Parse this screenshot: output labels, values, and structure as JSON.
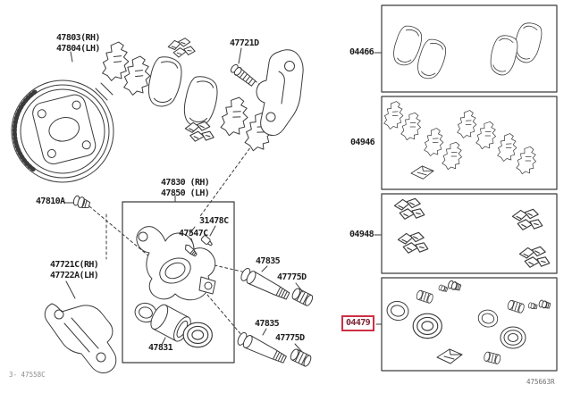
{
  "colors": {
    "line": "#3b3b3b",
    "text": "#1d1d1d",
    "highlight_border": "#cf2f44",
    "highlight_text": "#7c2533",
    "muted": "#8d8d8d"
  },
  "labels": {
    "backing_plate_rh": "47803(RH)",
    "backing_plate_lh": "47804(LH)",
    "caliper_mount_bolt": "47721D",
    "union_fitting": "47810A",
    "support_bracket_rh": "47721C(RH)",
    "support_bracket_lh": "47722A(LH)",
    "caliper_assy_rh": "47830 (RH)",
    "caliper_assy_lh": "47850 (LH)",
    "bleeder_plug_cap": "31478C",
    "bleeder_screw": "47547C",
    "piston": "47831",
    "slide_pin_upper": "47835",
    "pin_boot_upper": "47775D",
    "slide_pin_lower": "47835",
    "pin_boot_lower": "47775D"
  },
  "kits": [
    {
      "number": "04466",
      "highlighted": false
    },
    {
      "number": "04946",
      "highlighted": false
    },
    {
      "number": "04948",
      "highlighted": false
    },
    {
      "number": "04479",
      "highlighted": true
    }
  ],
  "footer": {
    "left_code": "3- 47558C",
    "right_code": "475663R"
  }
}
